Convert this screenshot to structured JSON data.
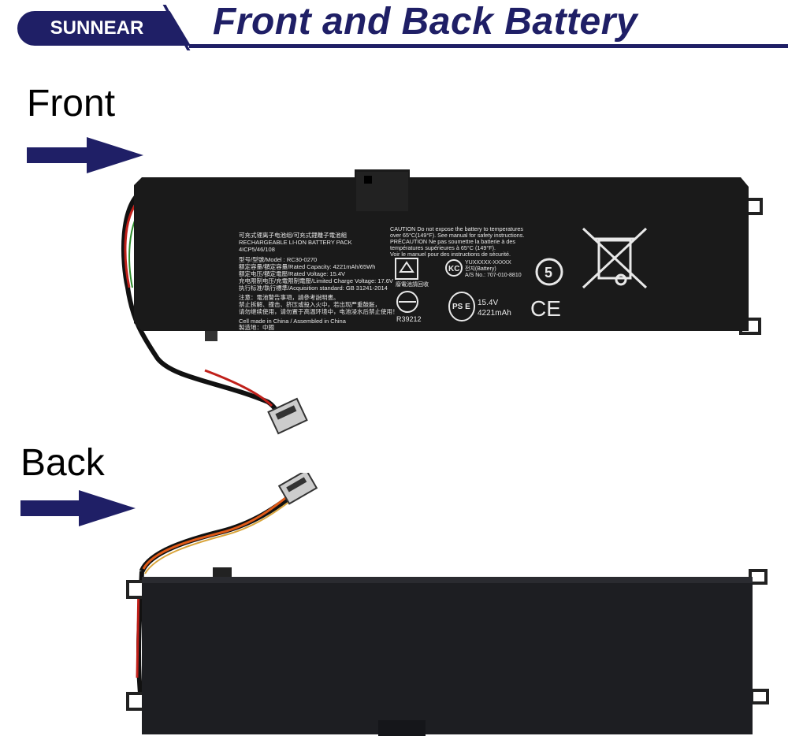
{
  "header": {
    "brand": "SUNNEAR",
    "title": "Front and Back Battery",
    "accent_color": "#1f1f66"
  },
  "front": {
    "label": "Front",
    "arrow_icon": "right-arrow-icon",
    "battery_label": {
      "cn_title": "可充式锂离子电池组/可充式鋰離子電池組",
      "pack_line": "RECHARGEABLE LI-ION BATTERY PACK",
      "cell_config": "4ICP5/46/108",
      "model_line": "型号/型號/Model : RC30-0270",
      "capacity_line": "额定容量/額定容量/Rated Capacity: 4221mAh/65Wh",
      "voltage_line": "额定电压/額定電壓/Rated Voltage: 15.4V",
      "charge_line": "充电限制电压/充電限制電壓/Limited Charge Voltage: 17.6V",
      "standard_line": "执行标准/執行標準/Acquisition standard: GB 31241-2014",
      "notice_1": "注意：電池警告事項，請參考說明書。",
      "notice_2": "禁止拆解、撞击、挤压或投入火中，若出现严重鼓胀，",
      "notice_3": "请勿继续使用，请勿置于高温环境中，电池浸水后禁止使用！",
      "made_in": "Cell made in China / Assembled in China",
      "made_in_cn": "製造地：中國",
      "caution_1": "CAUTION Do not expose the battery to temperatures",
      "caution_2": "over 65°C(149°F). See manual for safety instructions.",
      "caution_3": "PRÉCAUTION Ne pas soumettre la batterie à des",
      "caution_4": "températures supérieures à 65°C (149°F).",
      "caution_5": "Voir le manuel pour des instructions de sécurité.",
      "recycle_caption": "廢電池請回收",
      "kc_1": "YUXXXXX-XXXXX",
      "kc_2": "전지(Battery)",
      "kc_3": "A/S No.: 707-010-8810",
      "bsmi_code": "R39212",
      "pse_voltage": "15.4V",
      "pse_capacity": "4221mAh",
      "pse_mark": "PS E",
      "epa_number": "5",
      "ce_mark": "CE",
      "kc_mark": "KC"
    }
  },
  "back": {
    "label": "Back",
    "arrow_icon": "right-arrow-icon"
  }
}
